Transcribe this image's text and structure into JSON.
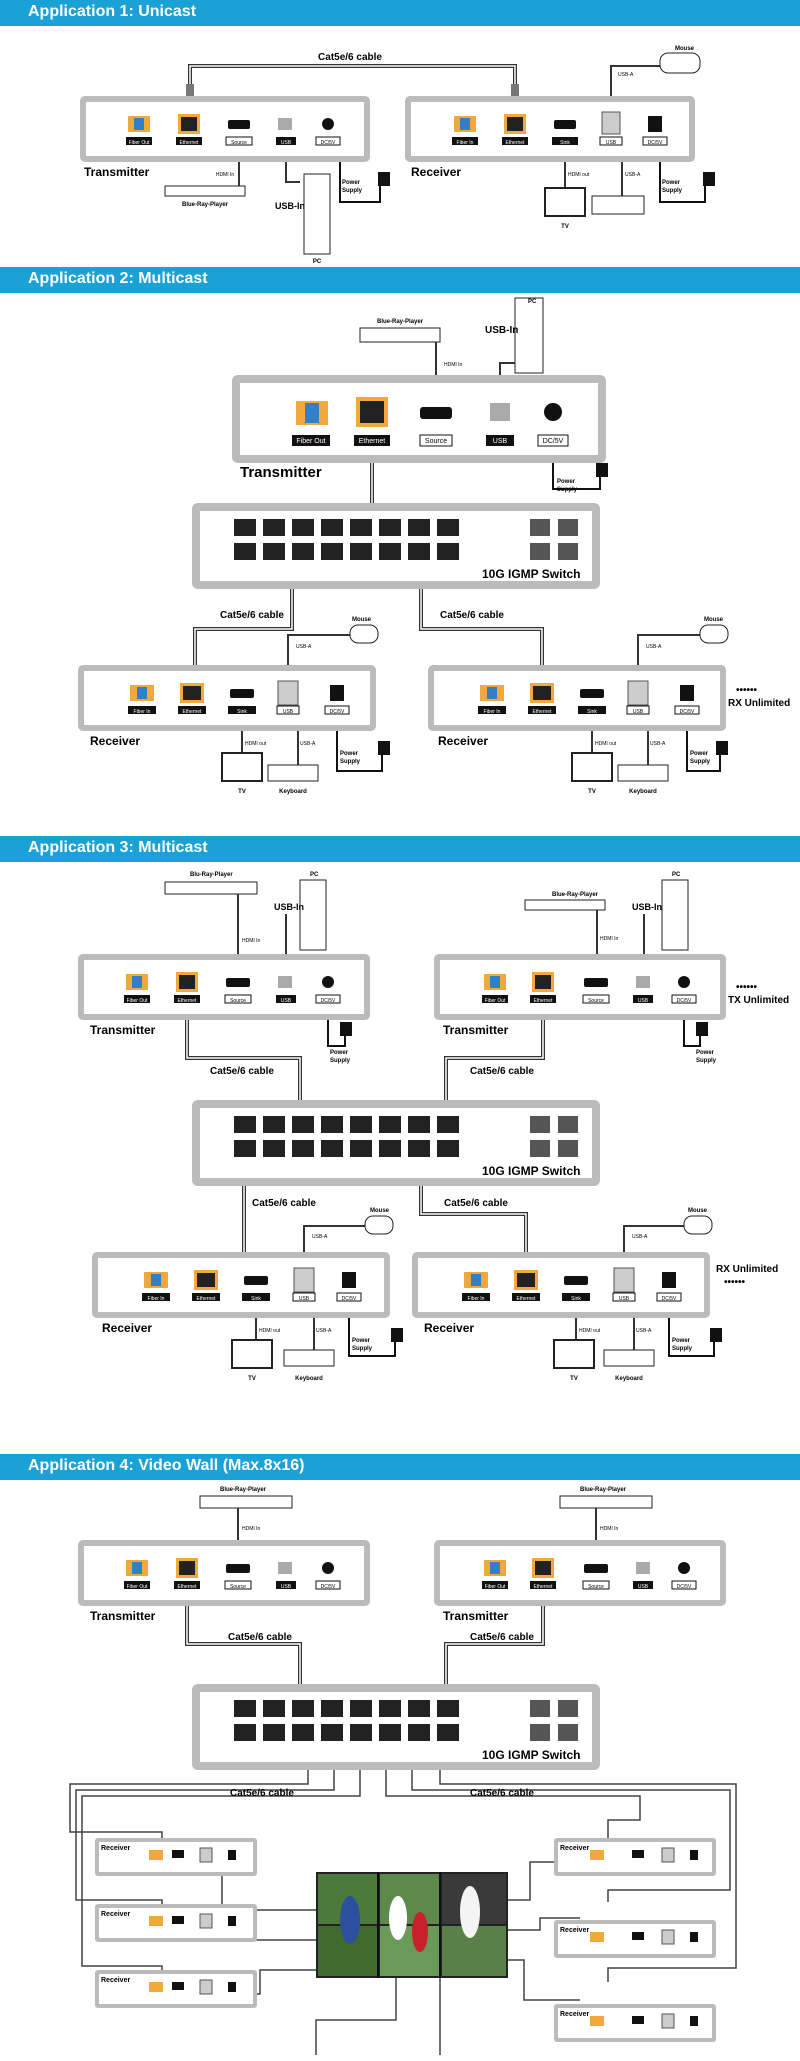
{
  "sections": [
    {
      "title": "Application 1: Unicast"
    },
    {
      "title": "Application 2: Multicast"
    },
    {
      "title": "Application 3: Multicast"
    },
    {
      "title": "Application 4: Video Wall (Max.8x16)"
    }
  ],
  "labels": {
    "cable": "Cat5e/6 cable",
    "transmitter": "Transmitter",
    "receiver": "Receiver",
    "switch": "10G IGMP Switch",
    "fiber_out": "Fiber Out",
    "fiber_in": "Fiber In",
    "ethernet": "Ethernet",
    "source": "Source",
    "sink": "Sink",
    "usb": "USB",
    "dc5v": "DC/5V",
    "bluray": "Blue-Ray-Player",
    "bluray_alt": "Blu-Ray-Player",
    "hdmi_in": "HDMI In",
    "hdmi_out": "HDMI out",
    "usb_in": "USB-In",
    "usb_a": "USB-A",
    "power_supply_1": "Power",
    "power_supply_2": "Supply",
    "pc": "PC",
    "tv": "TV",
    "mouse": "Mouse",
    "keyboard": "Keyboard",
    "rx_unlimited": "RX Unlimited",
    "tx_unlimited": "TX Unlimited",
    "dots": "••••••"
  }
}
